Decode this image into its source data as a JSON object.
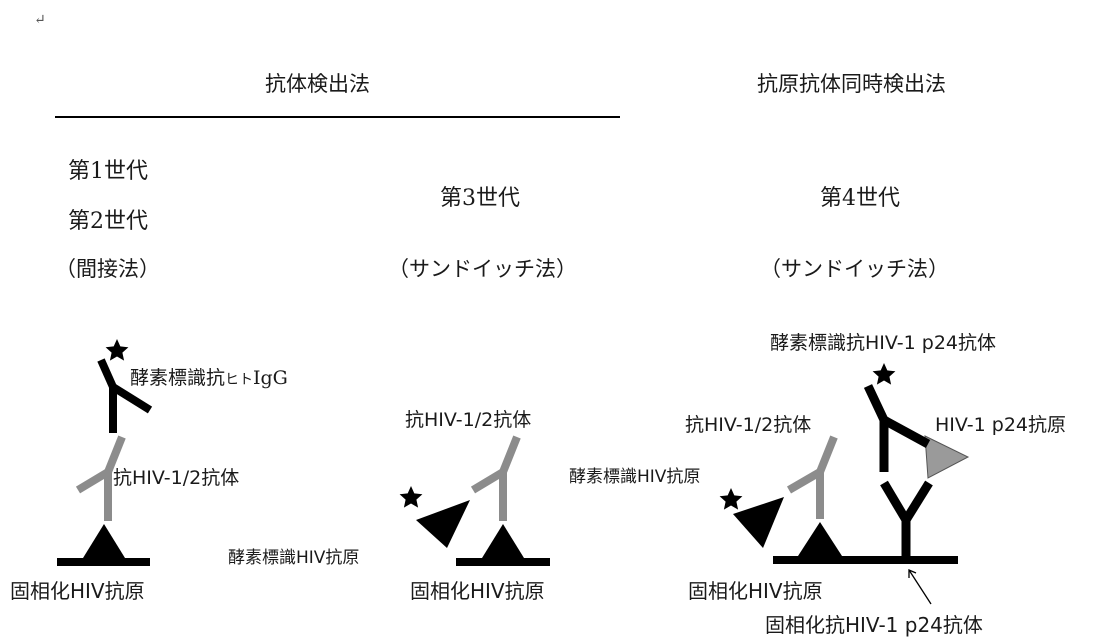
{
  "paragraph_mark": "↵",
  "headers": {
    "antibody": "抗体検出法",
    "antigen_antibody": "抗原抗体同時検出法"
  },
  "generations": {
    "gen1": "第1世代",
    "gen2": "第2世代",
    "indirect": "（間接法）",
    "gen3": "第3世代",
    "sandwich3": "（サンドイッチ法）",
    "gen4": "第4世代",
    "sandwich4": "（サンドイッチ法）"
  },
  "labels": {
    "enzyme_anti_human_igg_main": "酵素標識抗",
    "enzyme_anti_human_igg_small": "ヒト",
    "enzyme_anti_human_igg_tail": "IgG",
    "anti_hiv_antibody_1": "抗HIV-1/2抗体",
    "solid_hiv_antigen_1": "固相化HIV抗原",
    "anti_hiv_antibody_2": "抗HIV-1/2抗体",
    "enzyme_hiv_antigen_2": "酵素標識HIV抗原",
    "solid_hiv_antigen_2": "固相化HIV抗原",
    "enzyme_anti_p24": "酵素標識抗HIV-1 p24抗体",
    "anti_hiv_antibody_3": "抗HIV-1/2抗体",
    "p24_antigen": "HIV-1 p24抗原",
    "enzyme_hiv_antigen_3": "酵素標識HIV抗原",
    "solid_hiv_antigen_3": "固相化HIV抗原",
    "solid_anti_p24": "固相化抗HIV-1 p24抗体"
  },
  "colors": {
    "ink": "#000000",
    "gray_antibody": "#8c8c8c",
    "gray_antigen": "#9a9a9a"
  }
}
